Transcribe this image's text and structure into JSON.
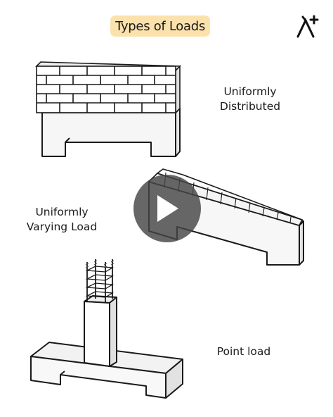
{
  "title": "Types of Loads",
  "labels": {
    "udl_line1": "Uniformly",
    "udl_line2": "Distributed",
    "uvl_line1": "Uniformly",
    "uvl_line2": "Varying Load",
    "point": "Point load"
  },
  "icons": {
    "logo": "lambda-plus-logo",
    "play": "play-icon"
  },
  "colors": {
    "title_highlight": "#fbe2ad",
    "play_overlay": "#464646"
  }
}
